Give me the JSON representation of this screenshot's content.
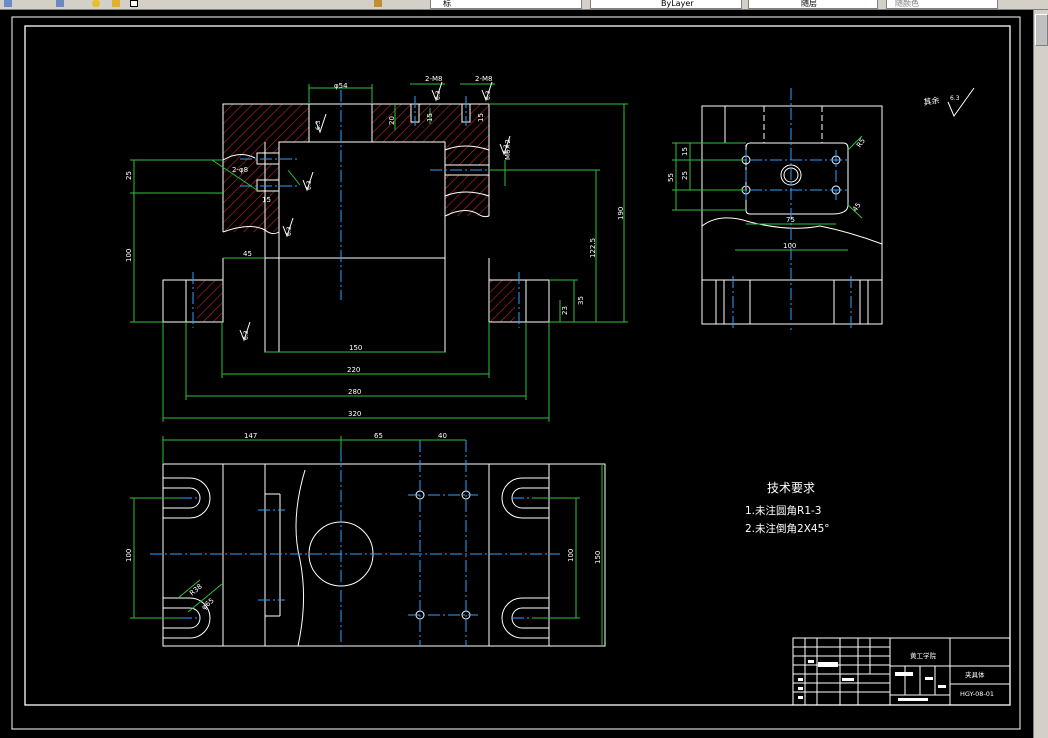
{
  "toolbar": {
    "item1": "标",
    "item2": "ByLayer",
    "item3": "随层",
    "item4": "随颜色"
  },
  "drawing": {
    "roughness_label": "其余",
    "roughness_value": "6.3",
    "tech_title": "技术要求",
    "tech_item1": "1.未注圆角R1-3",
    "tech_item2": "2.未注倒角2X45°",
    "dims": {
      "d_phi54": "φ54",
      "d_2m8a": "2-M8",
      "d_2m8b": "2-M8",
      "d_20": "20",
      "d_15a": "15",
      "d_15b": "15",
      "d_25": "25",
      "d_100": "100",
      "d_45": "45",
      "d_2phi8": "2-φ8",
      "d_m6": "M6×2",
      "d_190": "190",
      "d_122": "122.5",
      "d_35": "35",
      "d_23": "23",
      "d_150": "150",
      "d_220": "220",
      "d_280": "280",
      "d_320": "320",
      "s_55": "55",
      "s_15": "15",
      "s_25": "25",
      "s_75": "75",
      "s_100": "100",
      "s_r5": "R5",
      "s_45": "45",
      "p_147": "147",
      "p_65": "65",
      "p_40": "40",
      "p_100l": "100",
      "p_100r": "100",
      "p_150": "150",
      "p_r38": "R38",
      "p_phi65": "φ65",
      "ra_1": "6.3",
      "ra_2": "6.3",
      "ra_3": "6.3",
      "ra_4": "6.3",
      "ra_5": "6.3",
      "ra_6": "6.3",
      "ra_7": "6.3"
    },
    "title_block": {
      "company": "黄工学院",
      "part_name": "夹具体",
      "drawing_no": "HGY-08-01"
    }
  }
}
